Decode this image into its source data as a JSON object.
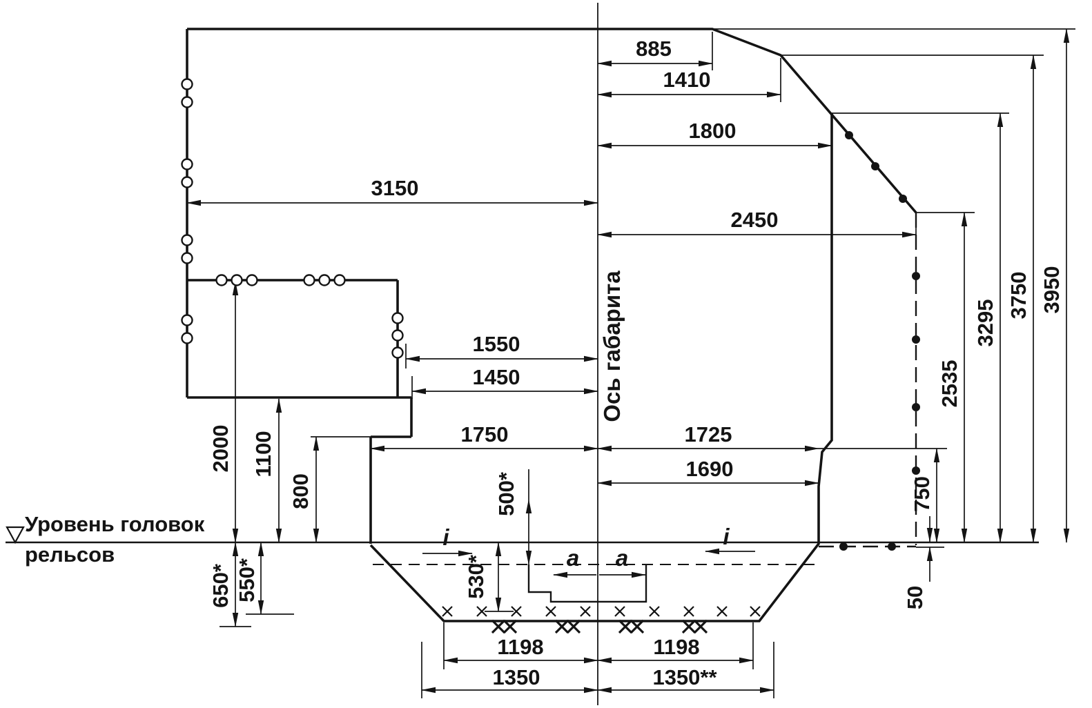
{
  "diagram": {
    "kind": "railway clearance gauge drawing",
    "axis_label": "Ось габарита",
    "rail_level_label": {
      "line1": "Уровень головок",
      "line2": "рельсов"
    }
  },
  "dims": {
    "w885": "885",
    "w1410": "1410",
    "w1800": "1800",
    "w2450": "2450",
    "w3150": "3150",
    "w1550": "1550",
    "w1450": "1450",
    "w1750": "1750",
    "w1725": "1725",
    "w1690": "1690",
    "h2000": "2000",
    "h1100": "1100",
    "h800": "800",
    "h650": "650*",
    "h550": "550*",
    "h500": "500*",
    "h530": "530*",
    "h750": "750",
    "h2535": "2535",
    "h3295": "3295",
    "h3750": "3750",
    "h3950": "3950",
    "h50": "50",
    "w1198_left": "1198",
    "w1198_right": "1198",
    "w1350_left": "1350",
    "w1350_right": "1350**",
    "a_left": "a",
    "a_right": "a",
    "i_left": "i",
    "i_right": "i"
  }
}
